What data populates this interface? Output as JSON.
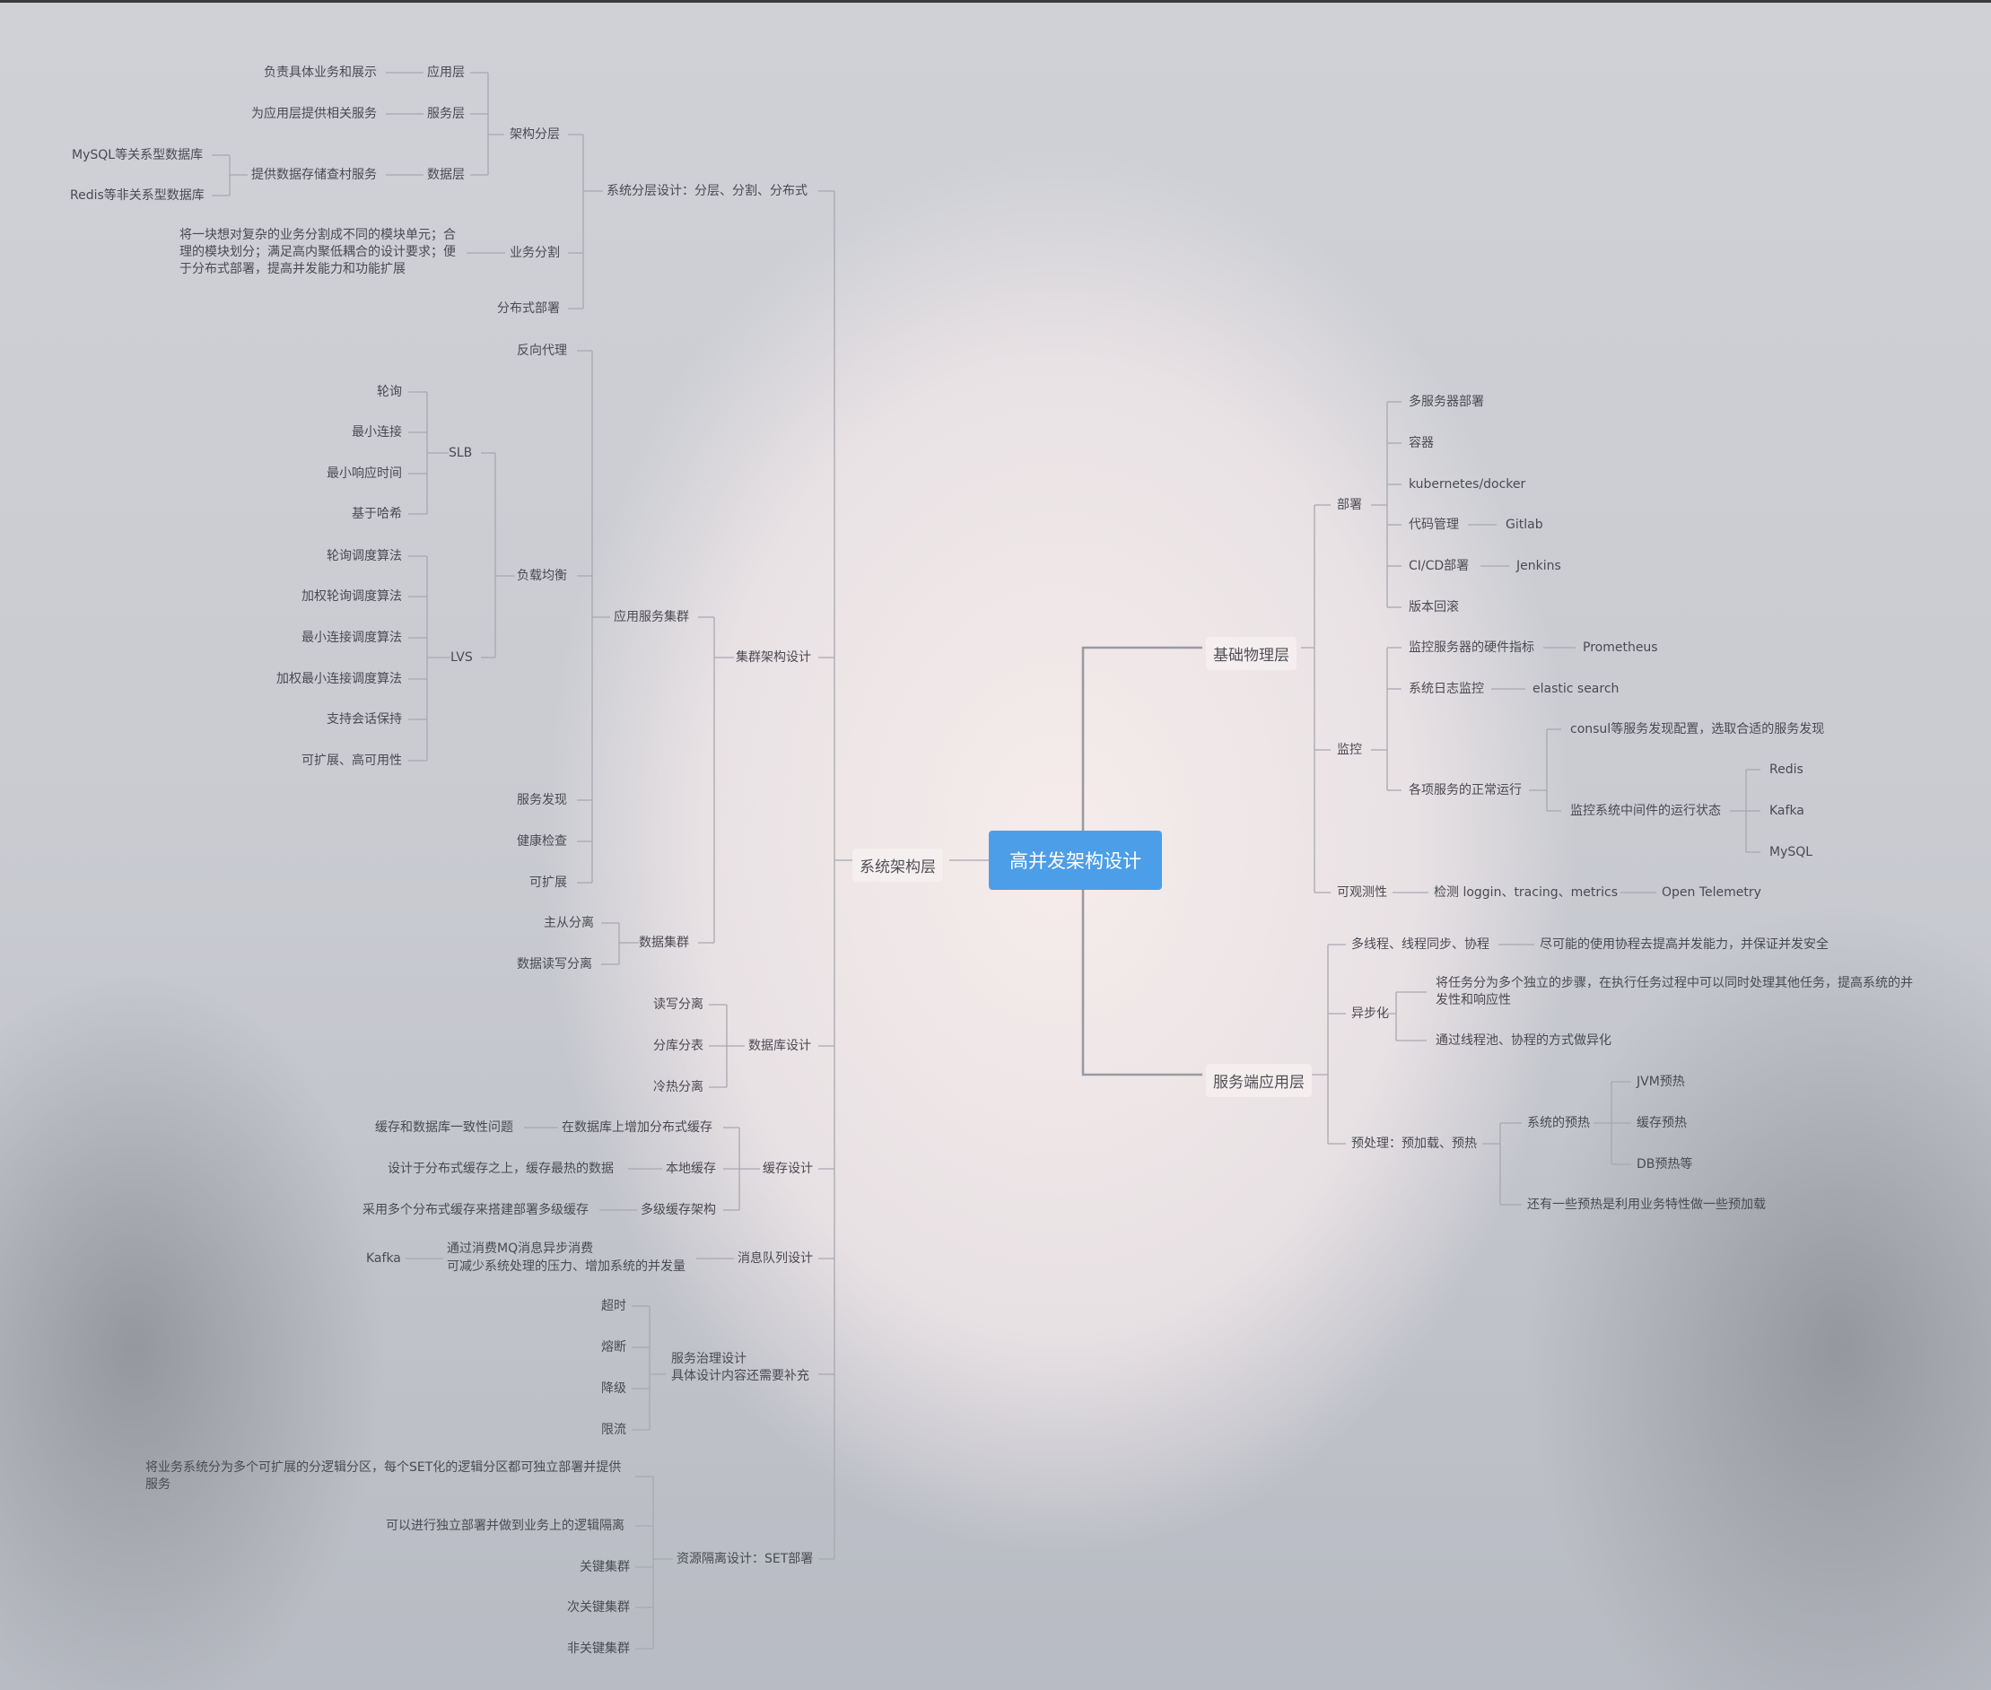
{
  "root": "高并发架构设计",
  "level1": {
    "system_arch": "系统架构层",
    "infra": "基础物理层",
    "server_app": "服务端应用层"
  },
  "left": {
    "layer_design": "系统分层设计：分层、分割、分布式",
    "arch_layering": "架构分层",
    "app_layer": "应用层",
    "app_layer_desc": "负责具体业务和展示",
    "service_layer": "服务层",
    "service_layer_desc": "为应用层提供相关服务",
    "data_layer": "数据层",
    "data_layer_desc": "提供数据存储查村服务",
    "mysql_rel": "MySQL等关系型数据库",
    "redis_nonrel": "Redis等非关系型数据库",
    "biz_split": "业务分割",
    "biz_split_desc": "将一块想对复杂的业务分割成不同的模块单元；合理的模块划分；满足高内聚低耦合的设计要求；便于分布式部署，提高并发能力和功能扩展",
    "dist_deploy": "分布式部署",
    "cluster_design": "集群架构设计",
    "app_cluster": "应用服务集群",
    "reverse_proxy": "反向代理",
    "load_balance": "负载均衡",
    "slb": "SLB",
    "slb_items": [
      "轮询",
      "最小连接",
      "最小响应时间",
      "基于哈希"
    ],
    "lvs": "LVS",
    "lvs_items": [
      "轮询调度算法",
      "加权轮询调度算法",
      "最小连接调度算法",
      "加权最小连接调度算法",
      "支持会话保持",
      "可扩展、高可用性"
    ],
    "service_discovery": "服务发现",
    "health_check": "健康检查",
    "scalable": "可扩展",
    "data_cluster": "数据集群",
    "master_slave": "主从分离",
    "rw_split_cluster": "数据读写分离",
    "db_design": "数据库设计",
    "db_items": [
      "读写分离",
      "分库分表",
      "冷热分离"
    ],
    "cache_design": "缓存设计",
    "dist_cache": "在数据库上增加分布式缓存",
    "dist_cache_desc": "缓存和数据库一致性问题",
    "local_cache": "本地缓存",
    "local_cache_desc": "设计于分布式缓存之上，缓存最热的数据",
    "multi_cache": "多级缓存架构",
    "multi_cache_desc": "采用多个分布式缓存来搭建部署多级缓存",
    "mq_design": "消息队列设计",
    "mq_desc1": "通过消费MQ消息异步消费",
    "mq_desc2": "可减少系统处理的压力、增加系统的并发量",
    "kafka": "Kafka",
    "gov_design1": "服务治理设计",
    "gov_design2": "具体设计内容还需要补充",
    "gov_items": [
      "超时",
      "熔断",
      "降级",
      "限流"
    ],
    "set_design": "资源隔离设计：SET部署",
    "set_desc": "将业务系统分为多个可扩展的分逻辑分区，每个SET化的逻辑分区都可独立部署并提供服务",
    "set_isolation": "可以进行独立部署并做到业务上的逻辑隔离",
    "set_items": [
      "关键集群",
      "次关键集群",
      "非关键集群"
    ]
  },
  "right": {
    "deploy": "部署",
    "deploy_items": [
      "多服务器部署",
      "容器",
      "kubernetes/docker",
      "代码管理",
      "CI/CD部署",
      "版本回滚"
    ],
    "gitlab": "Gitlab",
    "jenkins": "Jenkins",
    "monitor": "监控",
    "hw_metrics": "监控服务器的硬件指标",
    "prometheus": "Prometheus",
    "log_monitor": "系统日志监控",
    "elastic": "elastic search",
    "svc_running": "各项服务的正常运行",
    "consul": "consul等服务发现配置，选取合适的服务发现",
    "middleware": "监控系统中间件的运行状态",
    "mw_items": [
      "Redis",
      "Kafka",
      "MySQL"
    ],
    "observability": "可观测性",
    "obs_detect": "检测 loggin、tracing、metrics",
    "otel": "Open Telemetry",
    "multithread": "多线程、线程同步、协程",
    "multithread_desc": "尽可能的使用协程去提高并发能力，并保证并发安全",
    "async": "异步化",
    "async_desc": "将任务分为多个独立的步骤，在执行任务过程中可以同时处理其他任务，提高系统的并发性和响应性",
    "async_pool": "通过线程池、协程的方式做异化",
    "preprocess": "预处理：预加载、预热",
    "sys_warmup": "系统的预热",
    "warm_items": [
      "JVM预热",
      "缓存预热",
      "DB预热等"
    ],
    "biz_preload": "还有一些预热是利用业务特性做一些预加载"
  }
}
